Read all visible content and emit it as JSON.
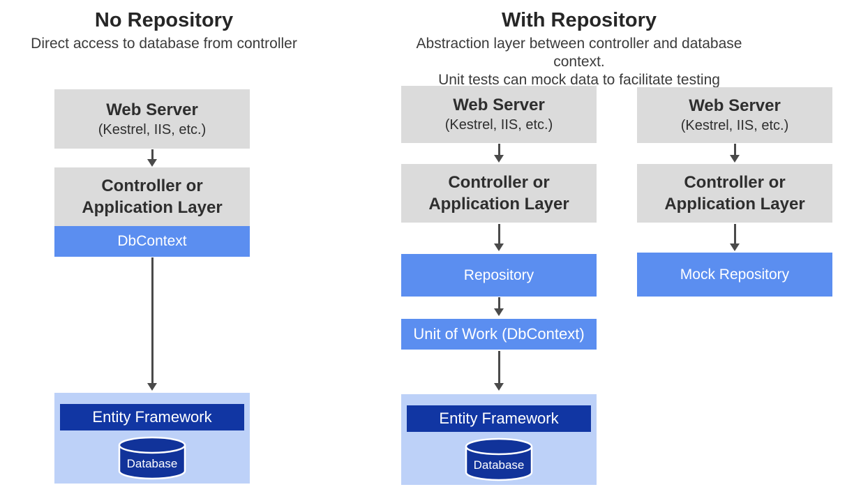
{
  "colors": {
    "box_gray": "#dbdbdb",
    "accent_blue": "#5b8ef0",
    "container_light_blue": "#bdd1f8",
    "header_dark_blue": "#1136a3",
    "cylinder_blue": "#11339a",
    "arrow_gray": "#4a4a4a",
    "dark_text": "#2e2e2e",
    "white_text": "#ffffff"
  },
  "headings": {
    "no_repository": {
      "title": "No Repository",
      "subtitle": "Direct access to database from controller"
    },
    "with_repository": {
      "title": "With Repository",
      "subtitle_line1": "Abstraction layer between controller and database context.",
      "subtitle_line2": "Unit tests can mock data to facilitate testing"
    }
  },
  "columns": {
    "no_repo": {
      "web_server": {
        "title": "Web Server",
        "subtitle": "(Kestrel, IIS, etc.)"
      },
      "controller": {
        "line1": "Controller or",
        "line2": "Application Layer"
      },
      "dbcontext_label": "DbContext",
      "ef": {
        "title": "Entity Framework",
        "database_label": "Database"
      }
    },
    "repo": {
      "web_server": {
        "title": "Web Server",
        "subtitle": "(Kestrel, IIS, etc.)"
      },
      "controller": {
        "line1": "Controller or",
        "line2": "Application Layer"
      },
      "repository_label": "Repository",
      "unit_of_work_label": "Unit of Work (DbContext)",
      "ef": {
        "title": "Entity Framework",
        "database_label": "Database"
      }
    },
    "mock": {
      "web_server": {
        "title": "Web Server",
        "subtitle": "(Kestrel, IIS, etc.)"
      },
      "controller": {
        "line1": "Controller or",
        "line2": "Application Layer"
      },
      "mock_repository_label": "Mock Repository"
    }
  }
}
